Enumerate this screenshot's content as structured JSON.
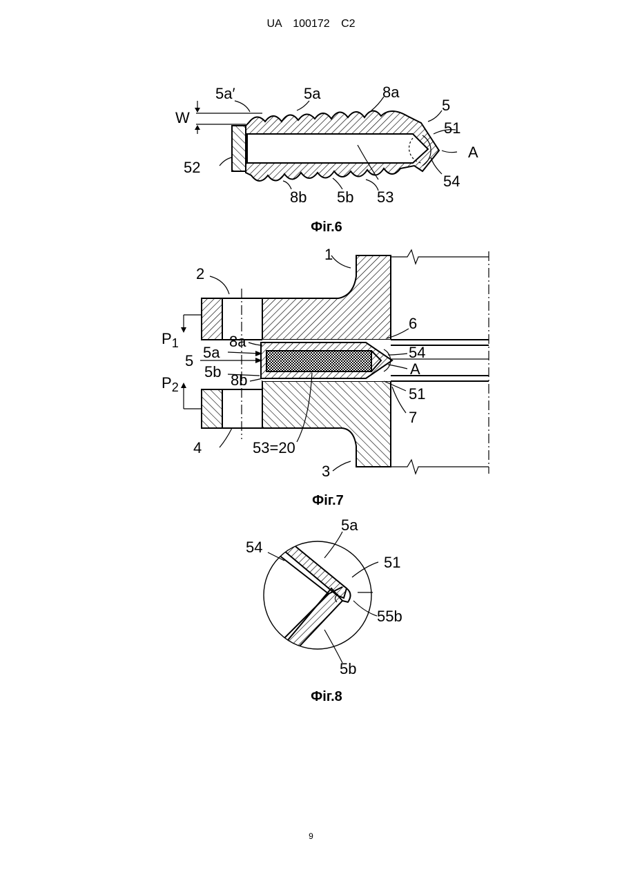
{
  "header": {
    "text": "UA   100172   C2"
  },
  "figures": [
    {
      "caption": "Фіг.6",
      "labels": {
        "w": "W",
        "l5a_prime": "5a′",
        "l5a": "5a",
        "l8a": "8a",
        "l5": "5",
        "l51": "51",
        "lA": "A",
        "l52": "52",
        "l54": "54",
        "l8b": "8b",
        "l5b": "5b",
        "l53": "53"
      }
    },
    {
      "caption": "Фіг.7",
      "labels": {
        "l1": "1",
        "l2": "2",
        "l6": "6",
        "p1": "P",
        "p1sub": "1",
        "l8a": "8a",
        "l5a": "5a",
        "l5": "5",
        "l54": "54",
        "lA": "A",
        "l5b": "5b",
        "l8b": "8b",
        "p2": "P",
        "p2sub": "2",
        "l51": "51",
        "l7": "7",
        "l4": "4",
        "l53": "53=20",
        "l3": "3"
      }
    },
    {
      "caption": "Фіг.8",
      "labels": {
        "l5a": "5a",
        "l54": "54",
        "l51": "51",
        "l55b": "55b",
        "l5b": "5b"
      }
    }
  ],
  "page_number": "9"
}
